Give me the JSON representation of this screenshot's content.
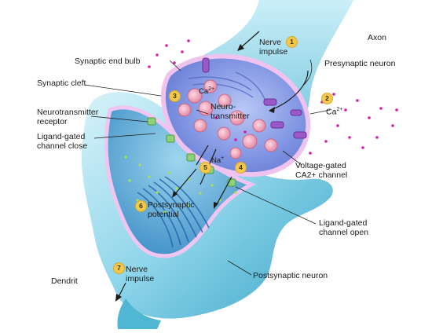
{
  "labels": {
    "axon": "Axon",
    "presynaptic_neuron": "Presynaptic neuron",
    "nerve_impulse_top": "Nerve\nimpulse",
    "synaptic_end_bulb": "Synaptic end bulb",
    "synaptic_cleft": "Synaptic cleft",
    "neurotransmitter_receptor": "Neurotransmitter\nreceptor",
    "ligand_gated_close": "Ligand-gated\nchannel close",
    "ca2_top": "Ca",
    "ca2_top_sup": "2+",
    "neurotransmitter": "Neuro-\ntransmitter",
    "ca2_right": "Ca",
    "ca2_right_sup": "2+",
    "na": "Na",
    "na_sup": "+",
    "voltage_gated": "Voltage-gated\nCA2+ channel",
    "postsynaptic_potential": "Postsynaptic\npotential",
    "ligand_gated_open": "Ligand-gated\nchannel open",
    "dendrit": "Dendrit",
    "nerve_impulse_bottom": "Nerve\nimpulse",
    "postsynaptic_neuron": "Postsynaptic neuron"
  },
  "steps": [
    "1",
    "2",
    "3",
    "4",
    "5",
    "6",
    "7"
  ],
  "colors": {
    "membrane": "#e7b8ee",
    "cytoplasm_light": "#c7ecf5",
    "cytoplasm_dark": "#4fb6d4",
    "terminal_inside": "#7b8ee0",
    "vesicle": "#f4a0b8",
    "calcium_ion": "#d21fa7",
    "sodium_ion": "#a9e24a",
    "step_badge": "#f2c94c"
  }
}
